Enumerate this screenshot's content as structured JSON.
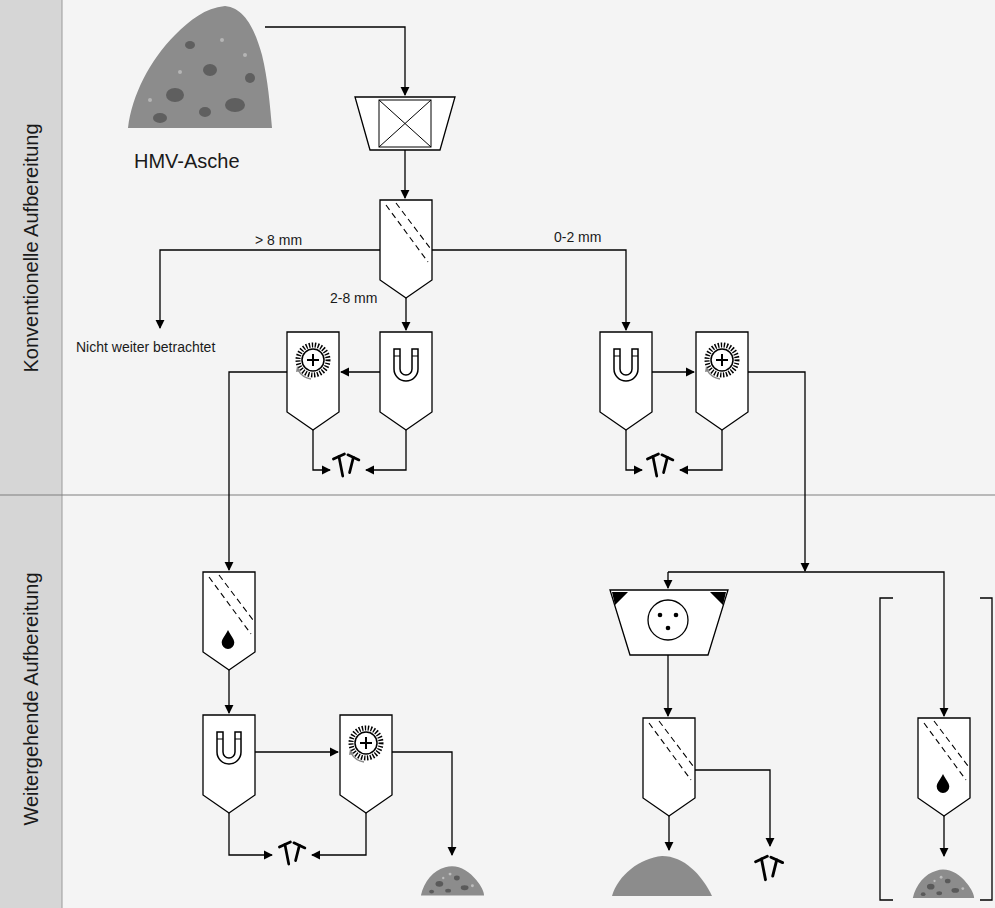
{
  "diagram": {
    "nodes": [
      {
        "text": [
          "Konventionelle Aufbereitung"
        ]
      },
      {
        "text": [
          "Weitergehende Aufbereitung"
        ]
      }
    ],
    "labels": [
      "HMV-Asche",
      "> 8 mm",
      "2-8 mm",
      "0-2 mm",
      "Nicht weiter betrachtet"
    ]
  }
}
